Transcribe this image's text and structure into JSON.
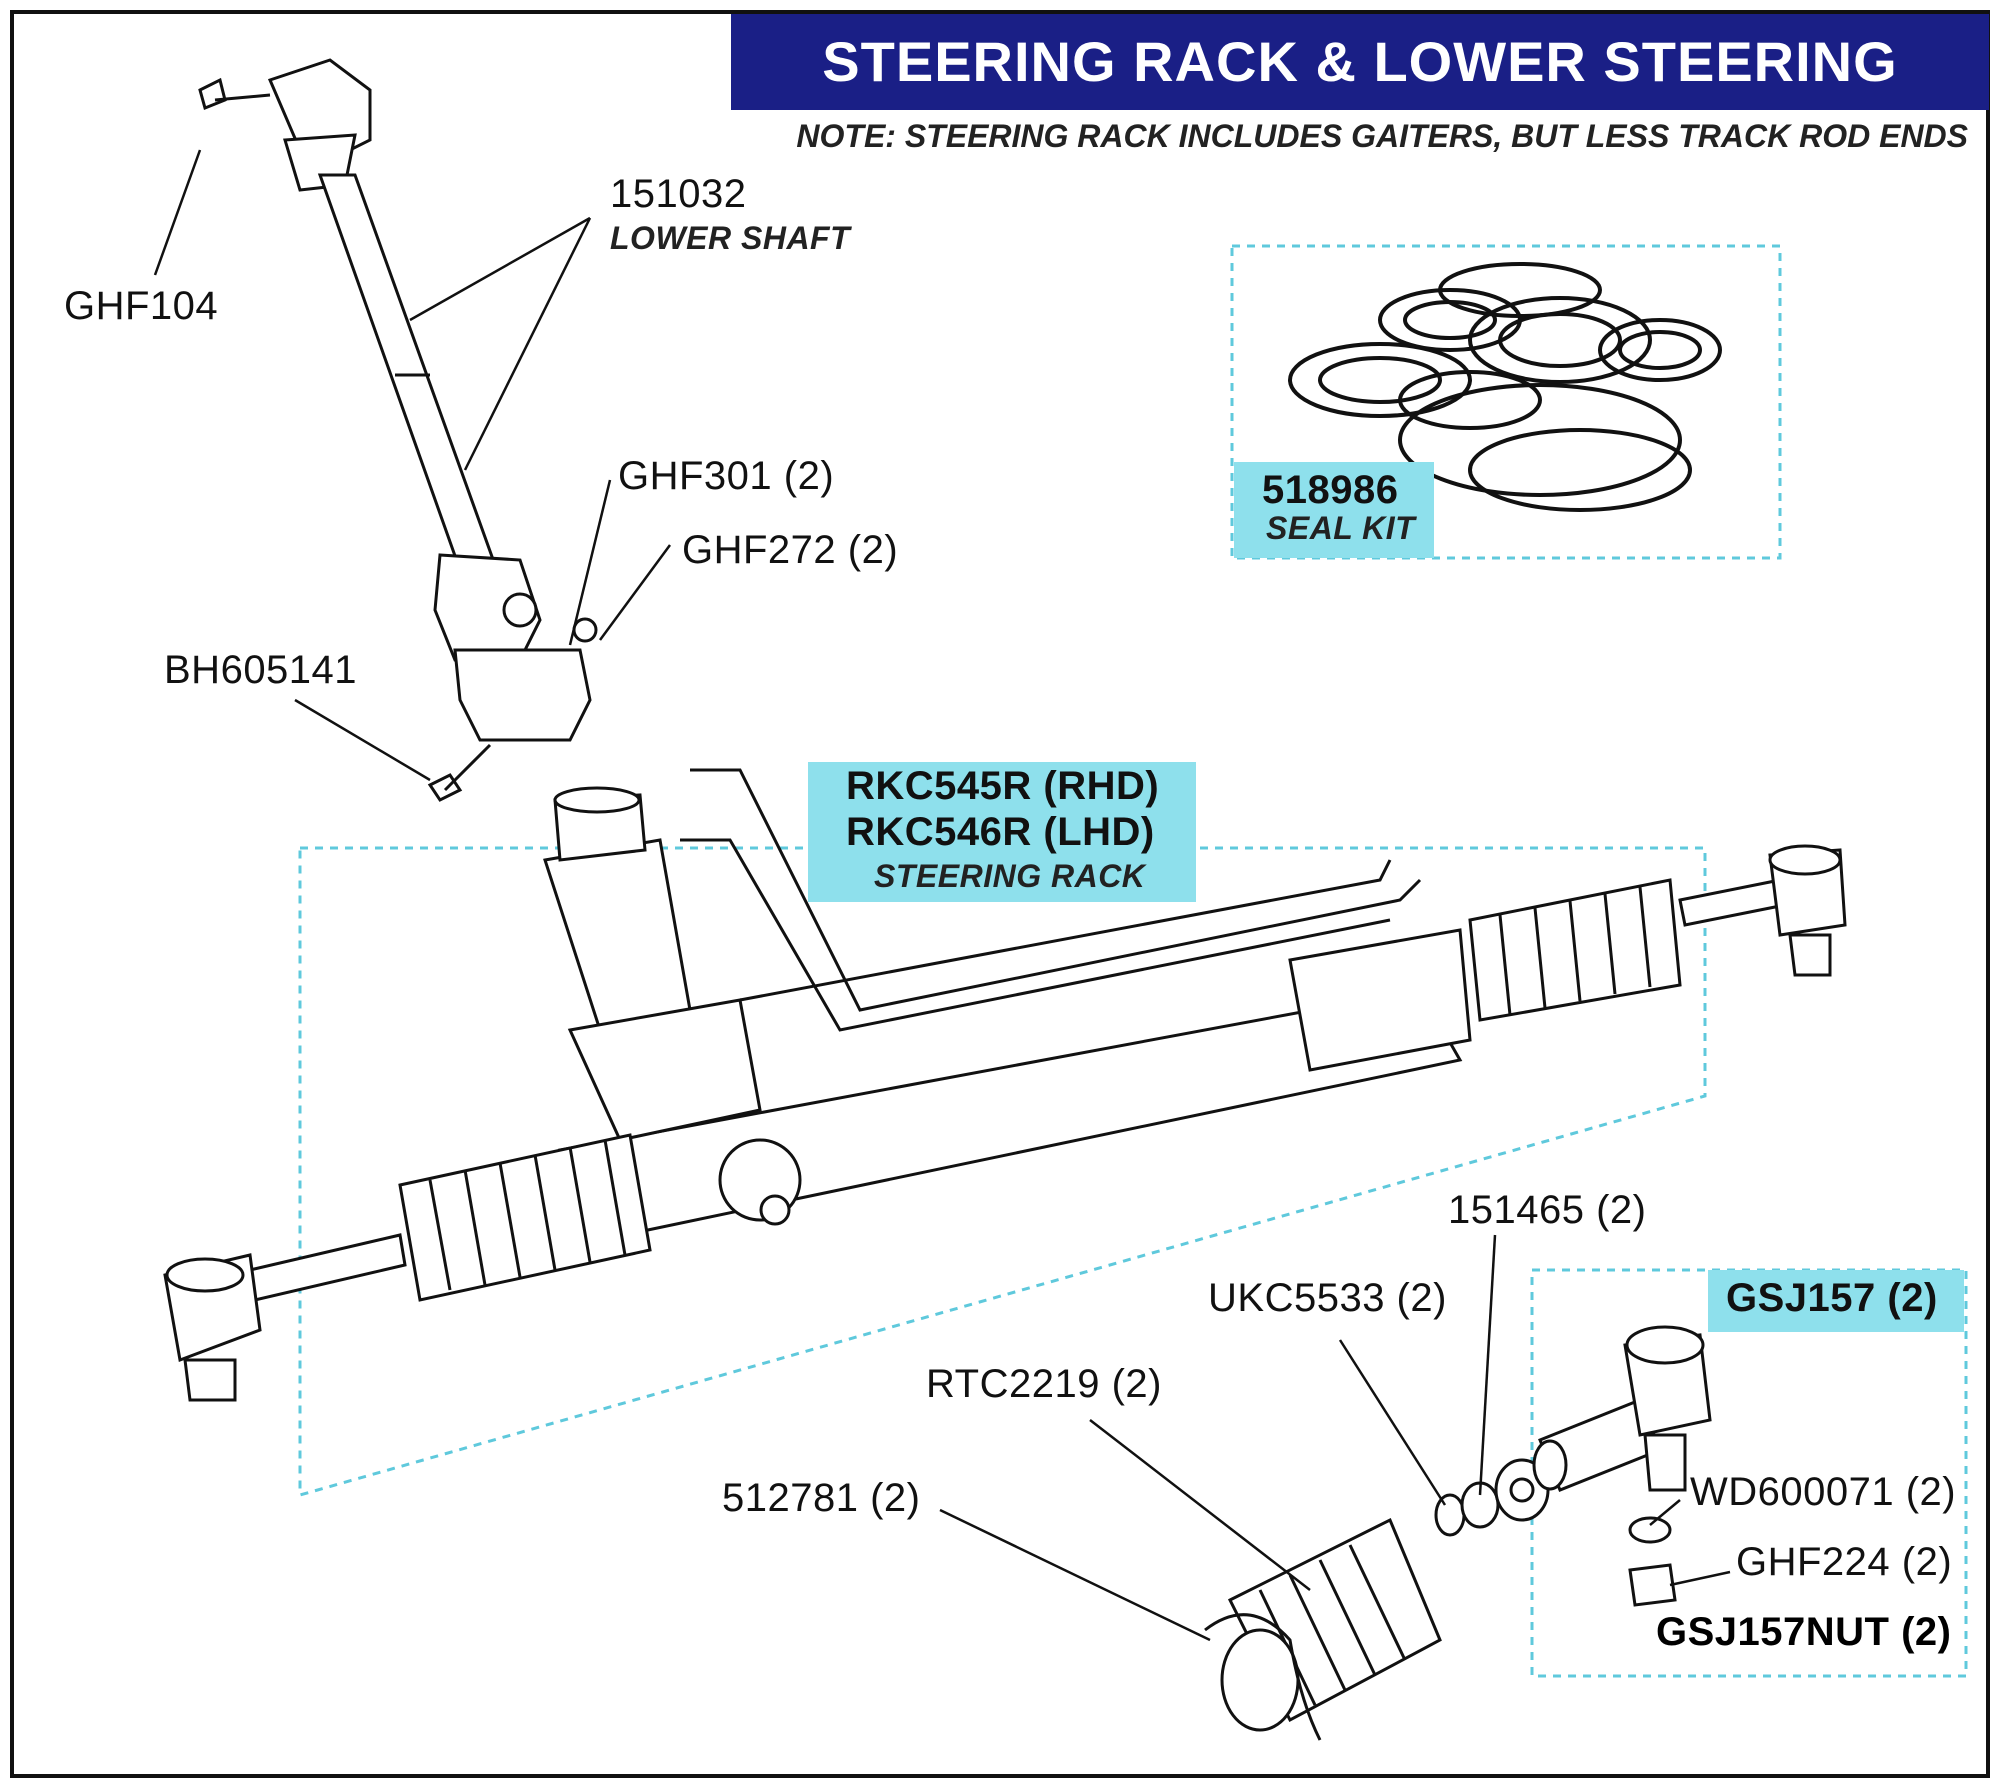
{
  "title": "STEERING RACK & LOWER STEERING SHAFT",
  "note": "NOTE: STEERING RACK INCLUDES GAITERS, BUT LESS TRACK ROD ENDS",
  "colors": {
    "title_bg": "#1a1f86",
    "highlight": "#8ee0ec",
    "group_border": "#5fc9dc",
    "line": "#111111"
  },
  "labels": {
    "lower_shaft_code": "151032",
    "lower_shaft_desc": "LOWER SHAFT",
    "ghf104": "GHF104",
    "ghf301": "GHF301 (2)",
    "ghf272": "GHF272 (2)",
    "bh605141": "BH605141",
    "seal_kit_code": "518986",
    "seal_kit_desc": "SEAL KIT",
    "rack_rhd": "RKC545R (RHD)",
    "rack_lhd": "RKC546R (LHD)",
    "rack_desc": "STEERING RACK",
    "p151465": "151465 (2)",
    "ukc5533": "UKC5533 (2)",
    "gsj157": "GSJ157 (2)",
    "rtc2219": "RTC2219 (2)",
    "p512781": "512781 (2)",
    "wd600071": "WD600071 (2)",
    "ghf224": "GHF224 (2)",
    "gsj157nut": "GSJ157NUT (2)"
  }
}
